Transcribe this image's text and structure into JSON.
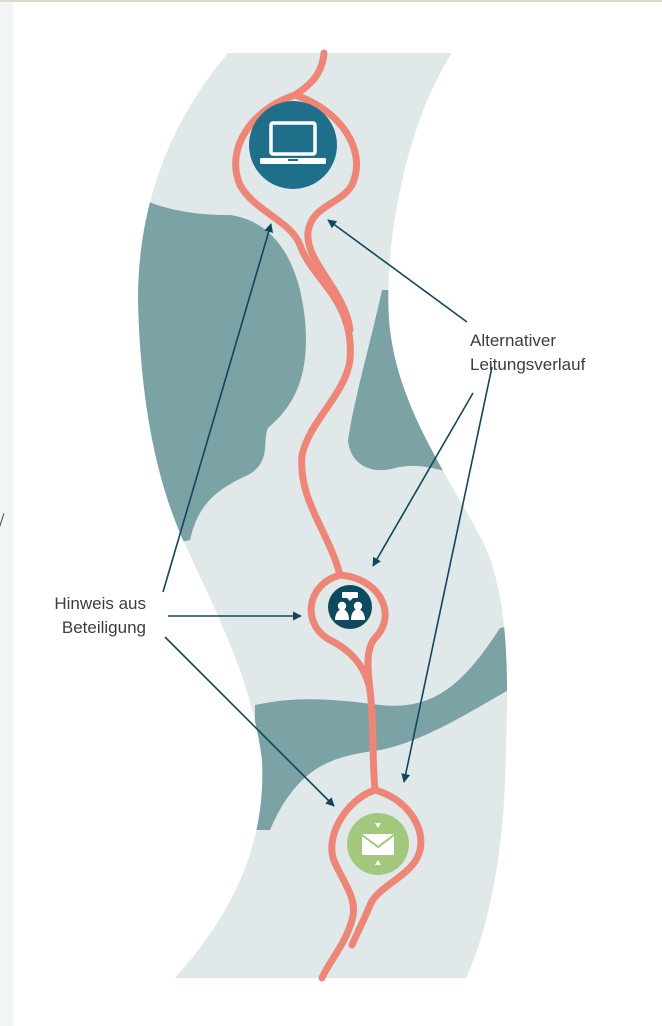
{
  "annotations": {
    "alternative_route": {
      "lines": [
        "Alternativer",
        "Leitungsverlauf"
      ]
    },
    "participation_note": {
      "lines": [
        "Hinweis aus",
        "Beteiligung"
      ]
    }
  },
  "nodes": [
    {
      "name": "laptop",
      "icon": "laptop-icon",
      "color": "#1f6f8b"
    },
    {
      "name": "dialogue",
      "icon": "people-dialogue-icon",
      "color": "#0e4a5e"
    },
    {
      "name": "mail",
      "icon": "envelope-icon",
      "color": "#a3c77d"
    }
  ],
  "colors": {
    "corridor": "#e1e8e9",
    "terrain": "#7ba2a5",
    "route": "#ee8677",
    "arrow": "#12465a",
    "text": "#3d3d3d"
  }
}
